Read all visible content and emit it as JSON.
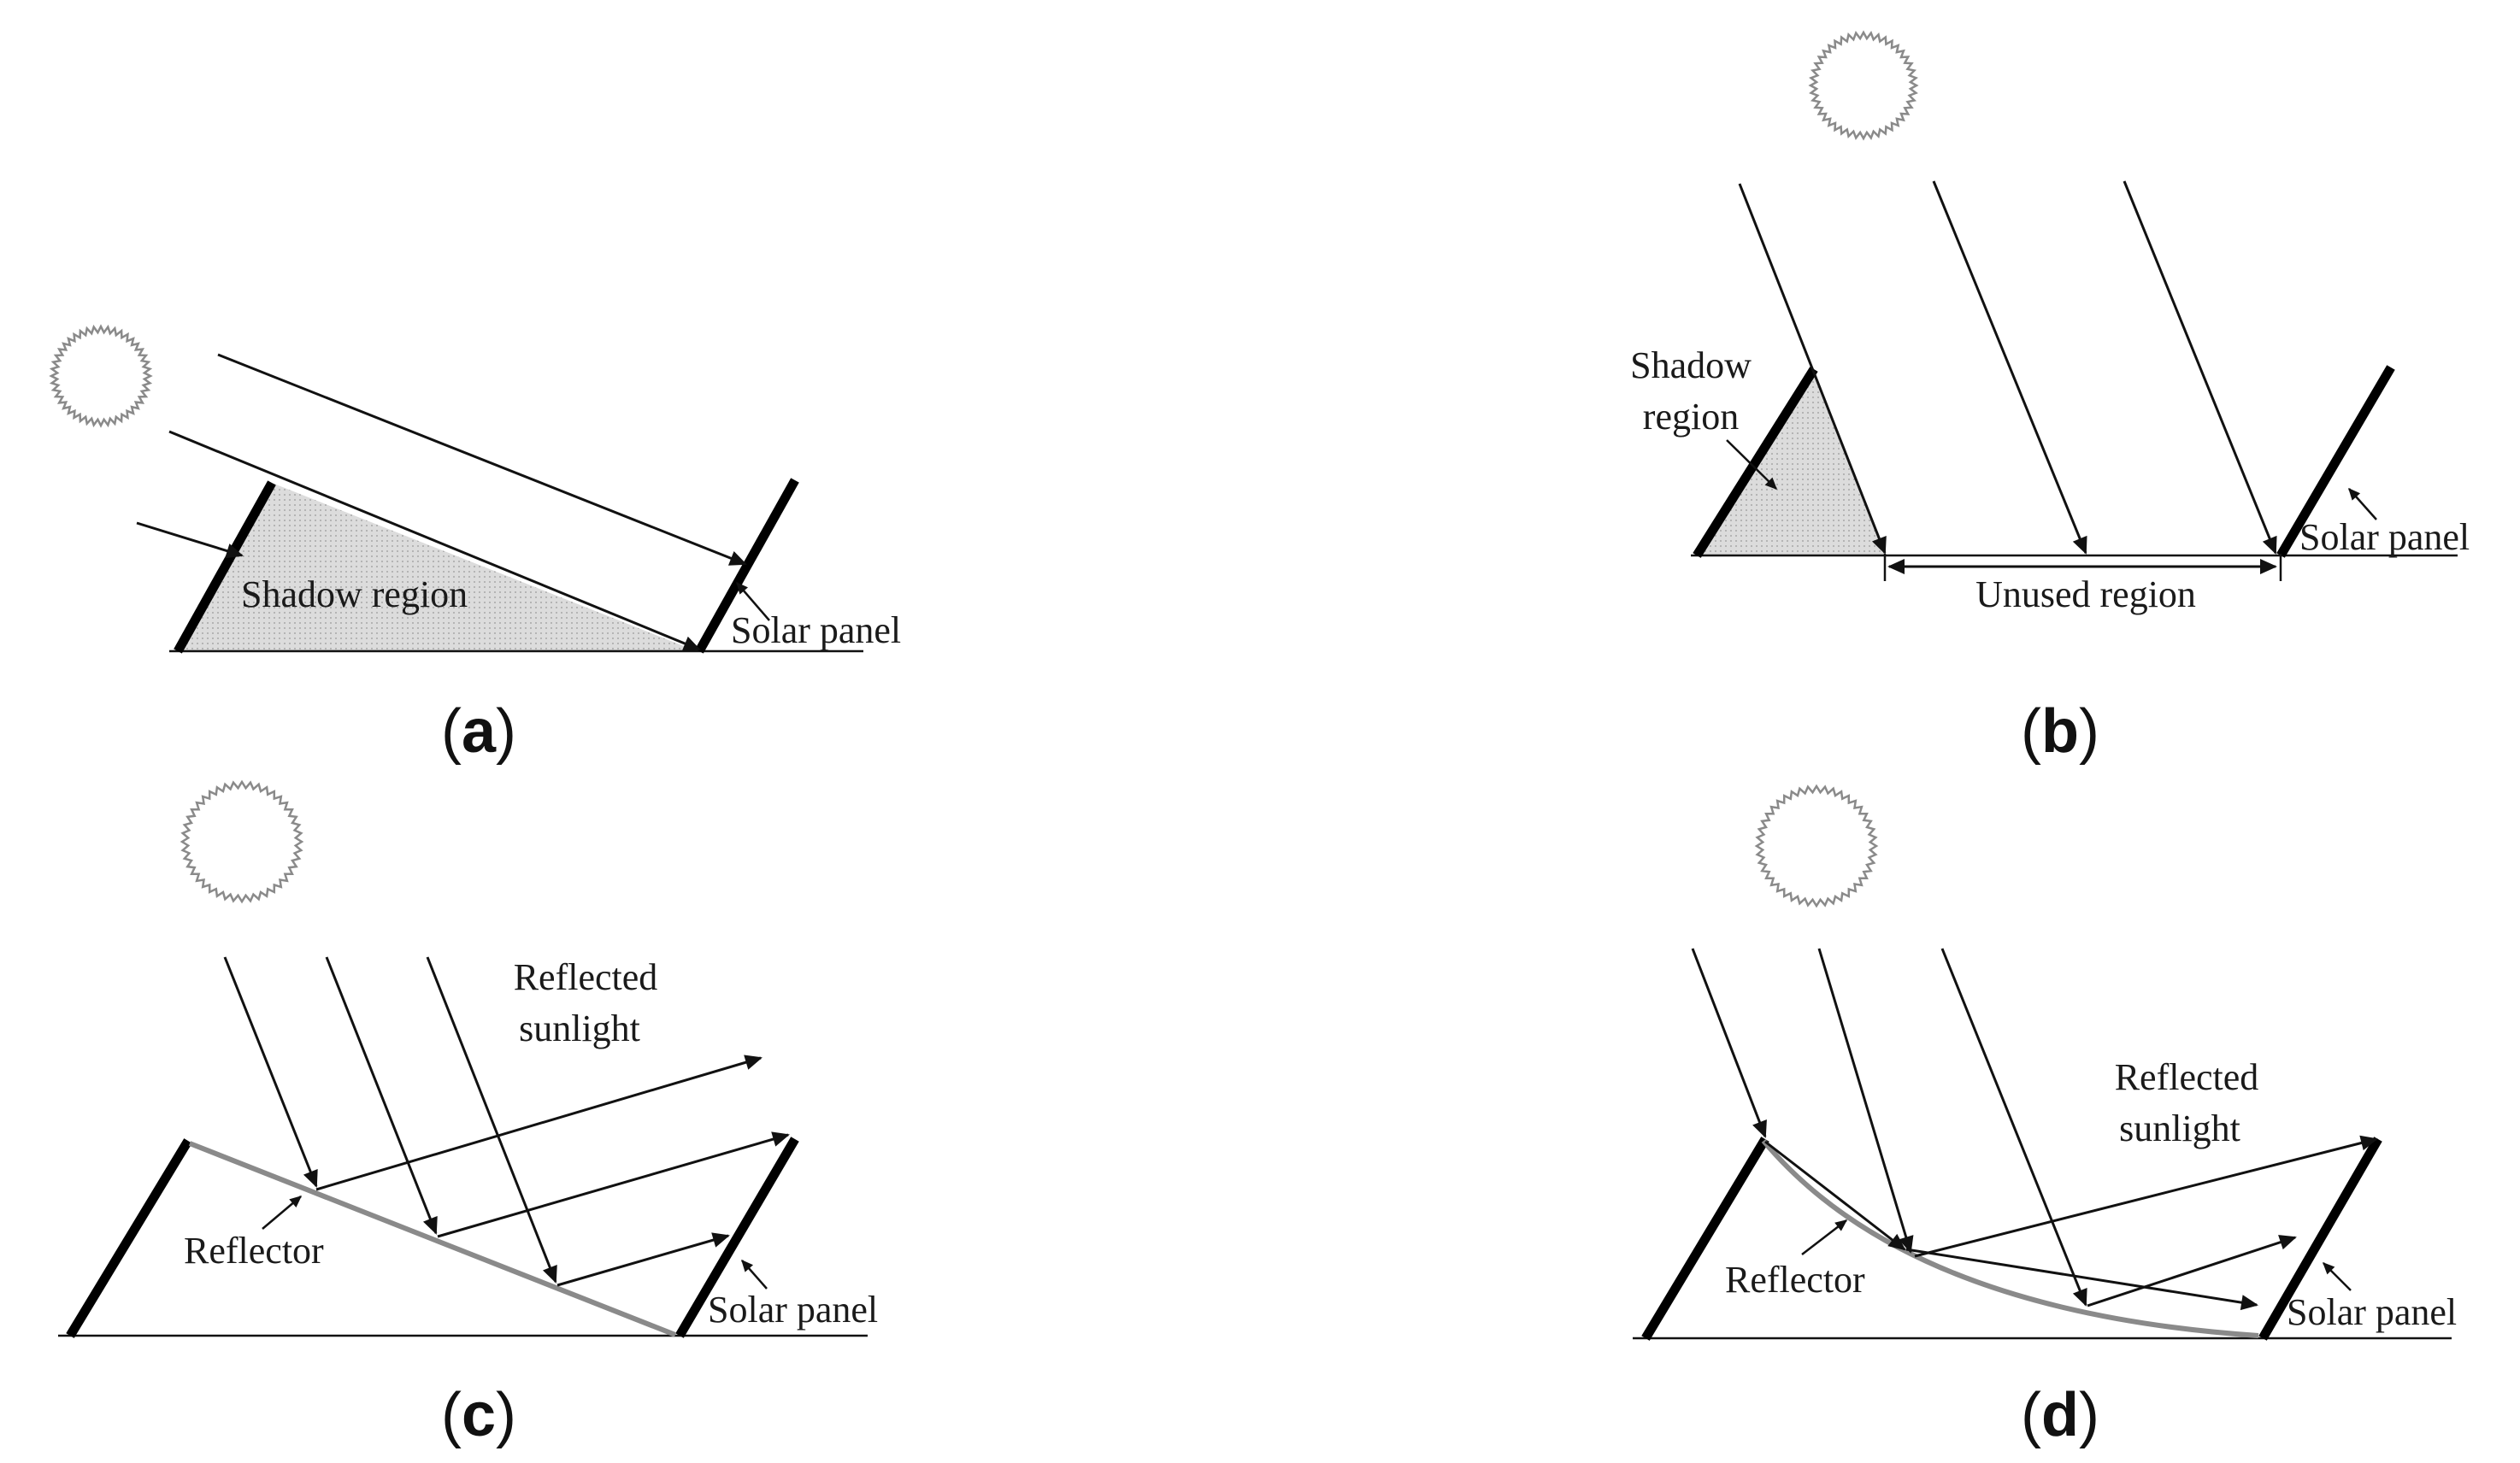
{
  "panels": {
    "a": {
      "caption_letter": "a",
      "shadow_label": "Shadow region",
      "panel_label": "Solar panel"
    },
    "b": {
      "caption_letter": "b",
      "shadow_label_line1": "Shadow",
      "shadow_label_line2": "region",
      "unused_label": "Unused region",
      "panel_label": "Solar panel"
    },
    "c": {
      "caption_letter": "c",
      "reflected_line1": "Reflected",
      "reflected_line2": "sunlight",
      "reflector_label": "Reflector",
      "panel_label": "Solar panel"
    },
    "d": {
      "caption_letter": "d",
      "reflected_line1": "Reflected",
      "reflected_line2": "sunlight",
      "reflector_label": "Reflector",
      "panel_label": "Solar panel"
    }
  },
  "colors": {
    "ink": "#111111",
    "shadow_fill": "#d4d4d4",
    "reflector": "#8a8a8a",
    "sun": "#8a8a8a"
  }
}
